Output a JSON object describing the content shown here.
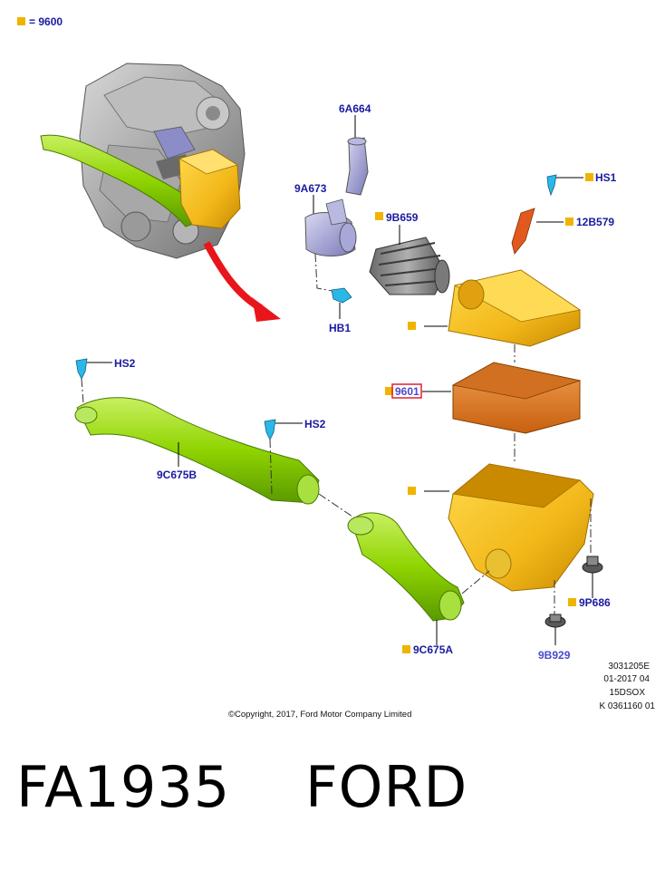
{
  "legend": {
    "color": "#f0b400",
    "text": "= 9600"
  },
  "parts": {
    "p6A664": "6A664",
    "p9A673": "9A673",
    "p9B659": "9B659",
    "pHB1": "HB1",
    "pHS1": "HS1",
    "p12B579": "12B579",
    "p9601": "9601",
    "pHS2a": "HS2",
    "pHS2b": "HS2",
    "p9C675B": "9C675B",
    "p9C675A": "9C675A",
    "p9P686": "9P686",
    "p9B929": "9B929"
  },
  "meta": {
    "line1": "3031205E",
    "line2": "01-2017 04",
    "line3": "15DSOX",
    "line4": "K 0361160 01"
  },
  "copyright": "©Copyright, 2017, Ford Motor Company Limited",
  "part_number": "FA1935",
  "brand": "FORD",
  "colors": {
    "label": "#1a1aa0",
    "marker": "#f0b400",
    "airbox": "#f2b81a",
    "filter": "#e07c20",
    "duct": "#8fd400",
    "sensor": "#9a9ad6",
    "clip": "#2ab8e8",
    "arrow": "#e8161b",
    "highlight": "#e0222a"
  }
}
